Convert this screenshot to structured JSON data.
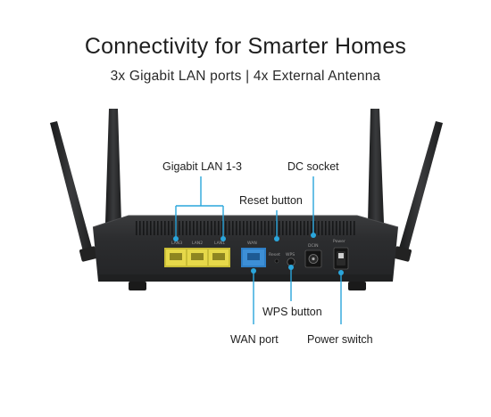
{
  "header": {
    "title": "Connectivity for Smarter Homes",
    "subtitle": "3x Gigabit LAN ports | 4x External Antenna"
  },
  "callouts": {
    "lan": "Gigabit LAN 1-3",
    "dc": "DC socket",
    "reset": "Reset button",
    "wps": "WPS button",
    "wan": "WAN port",
    "power": "Power switch"
  },
  "panel_labels": {
    "lan3": "LAN3",
    "lan2": "LAN2",
    "lan1": "LAN1",
    "wan": "WAN",
    "reset": "Reset",
    "wps": "WPS",
    "dc": "DCIN",
    "power": "Power"
  },
  "colors": {
    "accent": "#2aa6dc",
    "lan_port": "#e6d84a",
    "wan_port": "#3d8fd6",
    "router_body": "#2b2c2e"
  }
}
